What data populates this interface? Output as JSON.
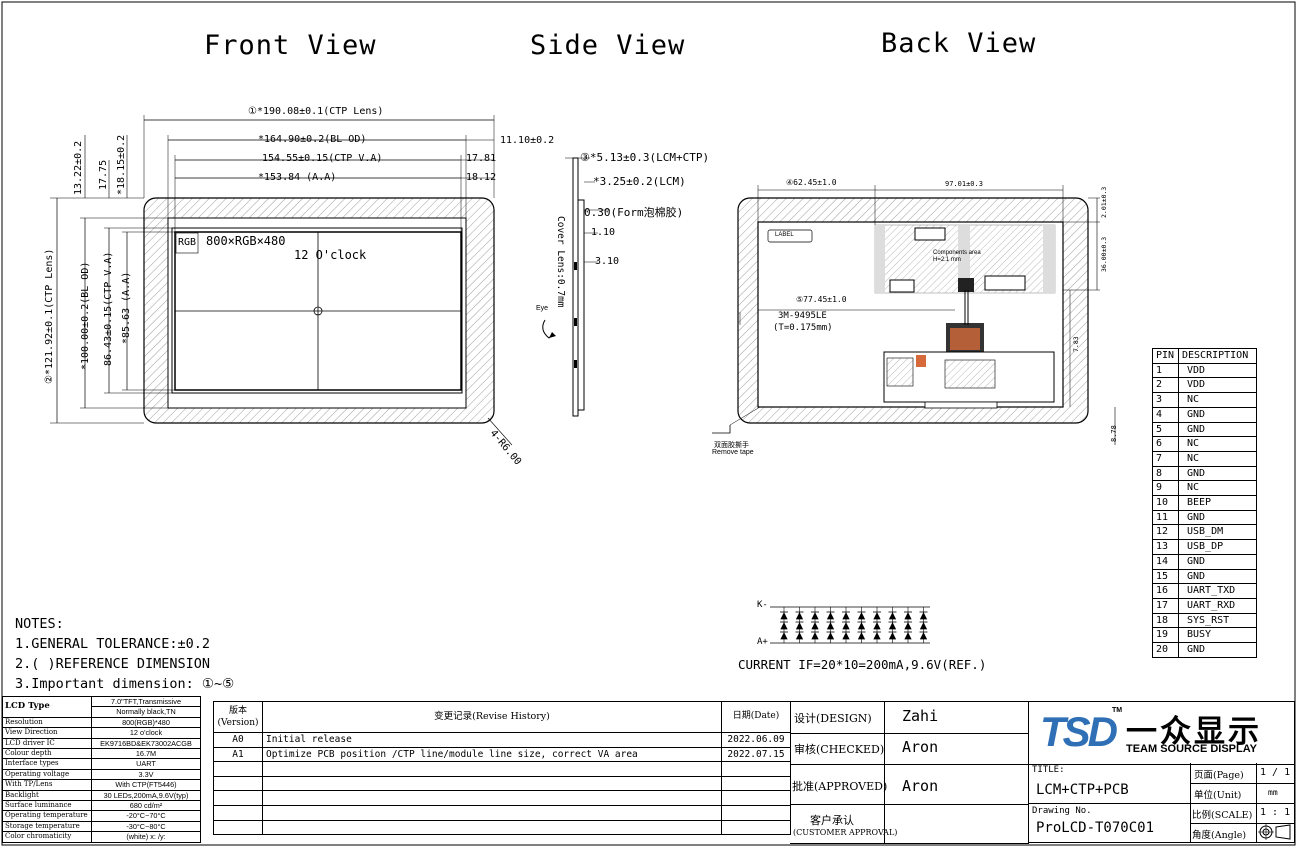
{
  "views": {
    "front": "Front View",
    "side": "Side View",
    "back": "Back View"
  },
  "front": {
    "dim_ctp_lens_w": "①*190.08±0.1(CTP Lens)",
    "dim_bl_od_w": "*164.90±0.2(BL OD)",
    "dim_ctp_va_w": "154.55±0.15(CTP V.A)",
    "dim_aa_w": "*153.84 (A.A)",
    "dim_right_1": "11.10±0.2",
    "dim_right_2": "17.81",
    "dim_right_3": "18.12",
    "dim_top_1": "13.22±0.2",
    "dim_top_2": "17.75",
    "dim_top_3": "*18.15±0.2",
    "dim_h_ctp_lens": "②*121.92±0.1(CTP Lens)",
    "dim_h_bl_od": "*100.00±0.2(BL OD)",
    "dim_h_ctp_va": "86.43±0.15(CTP V.A)",
    "dim_h_aa": "*85.63 (A.A)",
    "rgb": "RGB",
    "resolution": "800×RGB×480",
    "clock": "12 O'clock",
    "radius": "4-R6.00"
  },
  "side": {
    "dim_total": "③*5.13±0.3(LCM+CTP)",
    "dim_lcm": "*3.25±0.2(LCM)",
    "dim_foam": "0.30(Form泡棉胶)",
    "dim_110": "1.10",
    "dim_310": "3.10",
    "cover_lens": "Cover Lens:0.7mm",
    "eye": "Eye"
  },
  "back": {
    "dim_62": "④62.45±1.0",
    "dim_97": "97.01±0.3",
    "dim_r1": "2.01±0.3",
    "dim_r2": "36.00±0.3",
    "dim_r3": "7.83",
    "dim_r4": "8.78",
    "label": "LABEL",
    "components": "Components area",
    "components_h": "H=2.1 mm",
    "dim_77": "⑤77.45±1.0",
    "tape": "3M-9495LE",
    "tape_t": "(T=0.175mm)",
    "remove_cn": "双面胶撕手",
    "remove_en": "Remove tape"
  },
  "led": {
    "k": "K-",
    "a": "A+",
    "current": "CURRENT IF=20*10=200mA,9.6V(REF.)"
  },
  "notes": {
    "title": "NOTES:",
    "n1": "1.GENERAL TOLERANCE:±0.2",
    "n2": "2.( )REFERENCE DIMENSION",
    "n3": "3.Important dimension: ①~⑤"
  },
  "spec": [
    [
      "LCD Type",
      "7.0\"TFT,Transmissive"
    ],
    [
      "",
      "Normally black,TN"
    ],
    [
      "Resolution",
      "800(RGB)*480"
    ],
    [
      "View Direction",
      "12 o'clock"
    ],
    [
      "LCD driver IC",
      "EK9716BD&EK73002ACGB"
    ],
    [
      "Colour depth",
      "16.7M"
    ],
    [
      "Interface types",
      "UART"
    ],
    [
      "Operating voltage",
      "3.3V"
    ],
    [
      "With TP/Lens",
      "With CTP(FT5446)"
    ],
    [
      "Backlight",
      "30 LEDs,200mA,9.6V(typ)"
    ],
    [
      "Surface luminance",
      "680 cd/m²"
    ],
    [
      "Operating temperature",
      "-20°C~70°C"
    ],
    [
      "Storage temperature",
      "-30°C~80°C"
    ],
    [
      "Color chromaticity",
      "(white) x: /y:"
    ]
  ],
  "pins": {
    "head_pin": "PIN",
    "head_desc": "DESCRIPTION",
    "rows": [
      [
        "1",
        "VDD"
      ],
      [
        "2",
        "VDD"
      ],
      [
        "3",
        "NC"
      ],
      [
        "4",
        "GND"
      ],
      [
        "5",
        "GND"
      ],
      [
        "6",
        "NC"
      ],
      [
        "7",
        "NC"
      ],
      [
        "8",
        "GND"
      ],
      [
        "9",
        "NC"
      ],
      [
        "10",
        "BEEP"
      ],
      [
        "11",
        "GND"
      ],
      [
        "12",
        "USB_DM"
      ],
      [
        "13",
        "USB_DP"
      ],
      [
        "14",
        "GND"
      ],
      [
        "15",
        "GND"
      ],
      [
        "16",
        "UART_TXD"
      ],
      [
        "17",
        "UART_RXD"
      ],
      [
        "18",
        "SYS_RST"
      ],
      [
        "19",
        "BUSY"
      ],
      [
        "20",
        "GND"
      ]
    ]
  },
  "revision": {
    "head_ver": "版本",
    "head_ver_en": "(Version)",
    "head_hist": "变更记录(Revise History)",
    "head_date": "日期(Date)",
    "rows": [
      [
        "A0",
        "Initial release",
        "2022.06.09"
      ],
      [
        "A1",
        "Optimize PCB position /CTP line/module line size, correct VA area",
        "2022.07.15"
      ]
    ]
  },
  "approval": {
    "design_label": "设计(DESIGN)",
    "design_name": "Zahi",
    "checked_label": "审核(CHECKED)",
    "checked_name": "Aron",
    "approved_label": "批准(APPROVED)",
    "approved_name": "Aron",
    "customer_label": "客户承认",
    "customer_label_en": "(CUSTOMER APPROVAL)"
  },
  "company": {
    "logo": "TSD",
    "tm": "TM",
    "cn_name": "一众显示",
    "en_name": "TEAM SOURCE DISPLAY"
  },
  "titleblock": {
    "title_label": "TITLE:",
    "title": "LCM+CTP+PCB",
    "drawing_label": "Drawing No.",
    "drawing_no": "ProLCD-T070C01",
    "page_label": "页面(Page)",
    "page_value": "1 / 1",
    "unit_label": "单位(Unit)",
    "unit_value": "mm",
    "scale_label": "比例(SCALE)",
    "scale_value": "1 : 1",
    "angle_label": "角度(Angle)"
  }
}
